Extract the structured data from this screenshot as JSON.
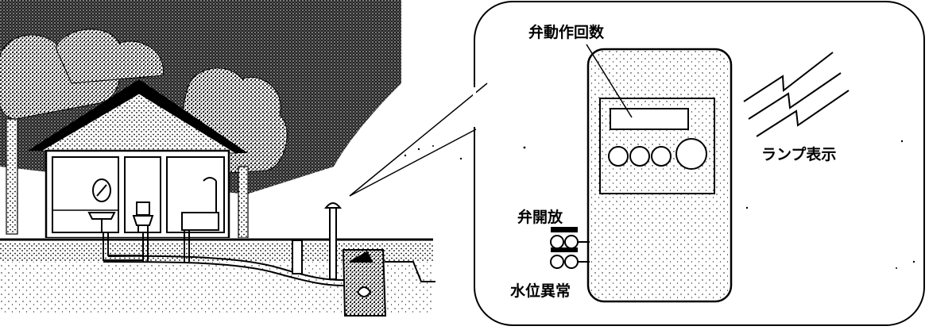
{
  "labels": {
    "valve_count": "弁動作回数",
    "lamp_display": "ランプ表示",
    "valve_open": "弁開放",
    "water_level_alarm": "水位異常"
  }
}
